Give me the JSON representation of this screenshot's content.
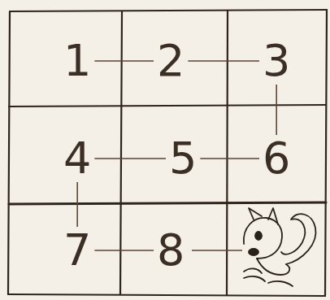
{
  "diagram": {
    "nodes": [
      {
        "text": [
          "1"
        ]
      },
      {
        "text": [
          "2"
        ]
      },
      {
        "text": [
          "3"
        ]
      },
      {
        "text": [
          "4"
        ]
      },
      {
        "text": [
          "5"
        ]
      },
      {
        "text": [
          "6"
        ]
      },
      {
        "text": [
          "7"
        ]
      },
      {
        "text": [
          "8"
        ]
      }
    ],
    "edges": [
      {
        "from": 0,
        "to": 1,
        "arrow": "none"
      },
      {
        "from": 1,
        "to": 2,
        "arrow": "none"
      },
      {
        "from": 2,
        "to": 5,
        "arrow": "none"
      },
      {
        "from": 5,
        "to": 4,
        "arrow": "none"
      },
      {
        "from": 4,
        "to": 3,
        "arrow": "none"
      },
      {
        "from": 3,
        "to": 6,
        "arrow": "none"
      },
      {
        "from": 6,
        "to": 7,
        "arrow": "none"
      }
    ]
  }
}
